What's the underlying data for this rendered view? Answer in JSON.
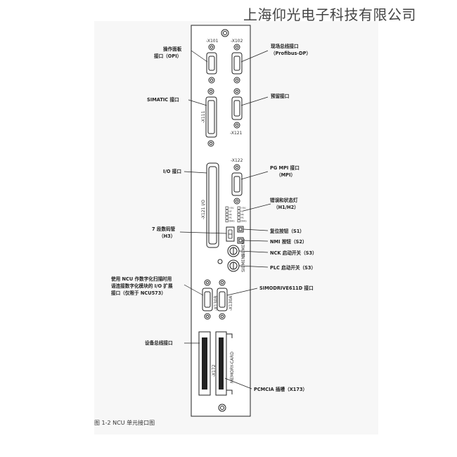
{
  "watermark": "上海仰光电子科技有限公司",
  "caption": "图 1-2 NCU 单元接口图",
  "connectors": {
    "x101": "-X101",
    "x102": "-X102",
    "x111": "-X111",
    "x121": "-X121",
    "x122": "-X122",
    "x121io": "-X121 I/O",
    "x130b": "-X130B",
    "x130a": "-X130A",
    "x172": "-X172",
    "memory_card": "MEMORY-CARD",
    "sw_nck": "SIEMENS",
    "sw_plc": "SIEMENS"
  },
  "labels": {
    "opi_1": "操作面板",
    "opi_2": "接口（OPI）",
    "simatic": "SIMATIC 接口",
    "io": "I/O 接口",
    "seg_1": "7 段数码管",
    "seg_2": "（H3）",
    "ncu573_1": "使用 NCU 作数字化扫描时用",
    "ncu573_2": "语连接数字化模块的 I/O 扩展",
    "ncu573_3": "接口（仅限于 NCU573）",
    "bus": "设备总线接口",
    "profibus_1": "现场总线接口",
    "profibus_2": "（Profibus-DP）",
    "reserved": "预留接口",
    "mpi_1": "PG MPI 接口",
    "mpi_2": "（MPI）",
    "led_1": "错误和状态灯",
    "led_2": "（H1/H2）",
    "reset": "复位按钮（S1）",
    "nmi": "NMI 按钮（S2）",
    "nck": "NCK 启动开关（S3）",
    "plc": "PLC 启动开关（S3）",
    "simodrive": "SIMODRIVE611D 接口",
    "pcmcia": "PCMCIA 插槽（X173）"
  },
  "leds": {
    "left": [
      "+5V",
      "SF",
      "PR",
      "PS",
      "DIAG"
    ],
    "right": [
      "+5V",
      "SF",
      "PR",
      "PS",
      "DIAG"
    ]
  }
}
